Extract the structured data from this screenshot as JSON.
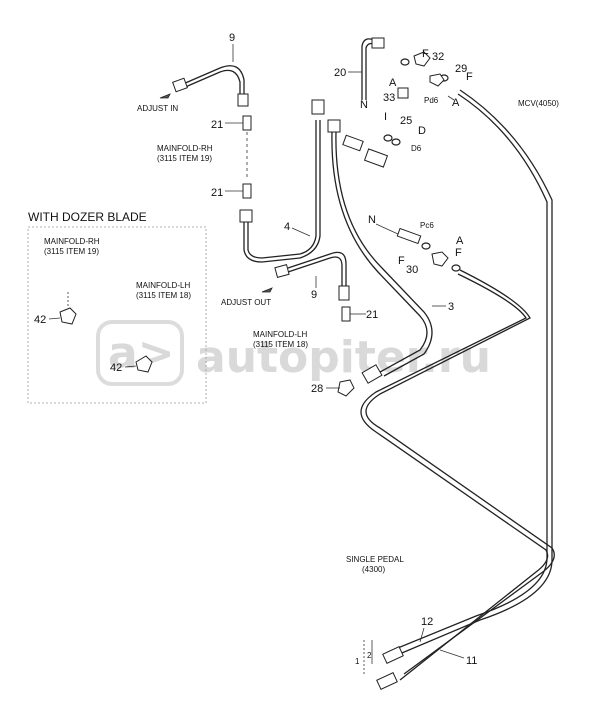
{
  "watermark": {
    "text": "autopiter.ru",
    "logo": "a>"
  },
  "inset": {
    "title": "WITH DOZER BLADE",
    "mainfold_rh": "MAINFOLD-RH",
    "mainfold_rh_ref": "(3115 ITEM 19)",
    "mainfold_lh": "MAINFOLD-LH",
    "mainfold_lh_ref": "(3115 ITEM 18)",
    "item_a": "42",
    "item_b": "42"
  },
  "labels": {
    "adjust_in": "ADJUST IN",
    "adjust_out": "ADJUST OUT",
    "mainfold_rh": "MAINFOLD-RH",
    "mainfold_rh_ref": "(3115 ITEM 19)",
    "mainfold_lh": "MAINFOLD-LH",
    "mainfold_lh_ref": "(3115 ITEM 18)",
    "mcv": "MCV(4050)",
    "single_pedal": "SINGLE PEDAL",
    "single_pedal_ref": "(4300)",
    "pd6": "Pd6",
    "pc6": "Pc6",
    "d6": "D6"
  },
  "parts": {
    "p9a": "9",
    "p9b": "9",
    "p21a": "21",
    "p21b": "21",
    "p21c": "21",
    "p4": "4",
    "p3": "3",
    "p28": "28",
    "p20": "20",
    "pN1": "N",
    "pN2": "N",
    "p33": "33",
    "pA1": "A",
    "pA2": "A",
    "pA3": "A",
    "pF1": "F",
    "pF2": "F",
    "pF3": "F",
    "p32": "32",
    "p29": "29",
    "pI": "I",
    "p25": "25",
    "pD": "D",
    "p30": "30",
    "p12": "12",
    "p11": "11",
    "p1": "1",
    "p2": "2"
  }
}
